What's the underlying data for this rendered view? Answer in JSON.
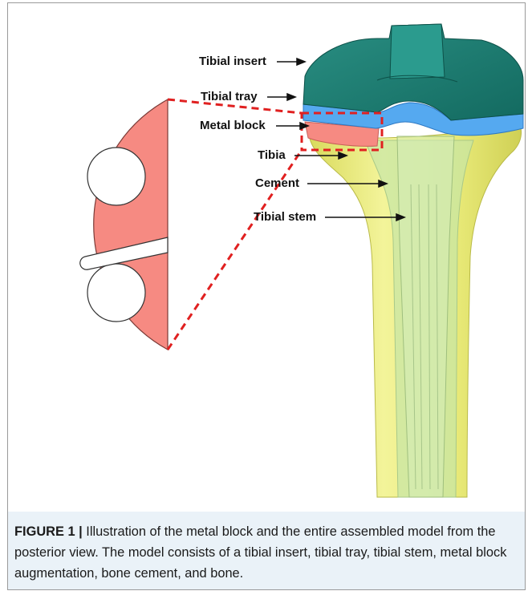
{
  "figure": {
    "labels": {
      "tibial_insert": "Tibial insert",
      "tibial_tray": "Tibial tray",
      "metal_block": "Metal block",
      "tibia": "Tibia",
      "cement": "Cement",
      "tibial_stem": "Tibial stem"
    },
    "colors": {
      "insert": "#1f7f74",
      "tray": "#55a9f0",
      "block": "#f68a82",
      "bone": "#eaeb7a",
      "cement": "#c6e6a6",
      "dashed_box": "#e02020"
    }
  },
  "caption": {
    "label": "FIGURE 1 |",
    "text": "Illustration of the metal block and the entire assembled model from the posterior view. The model consists of a tibial insert, tibial tray, tibial stem, metal block augmentation, bone cement, and bone."
  }
}
